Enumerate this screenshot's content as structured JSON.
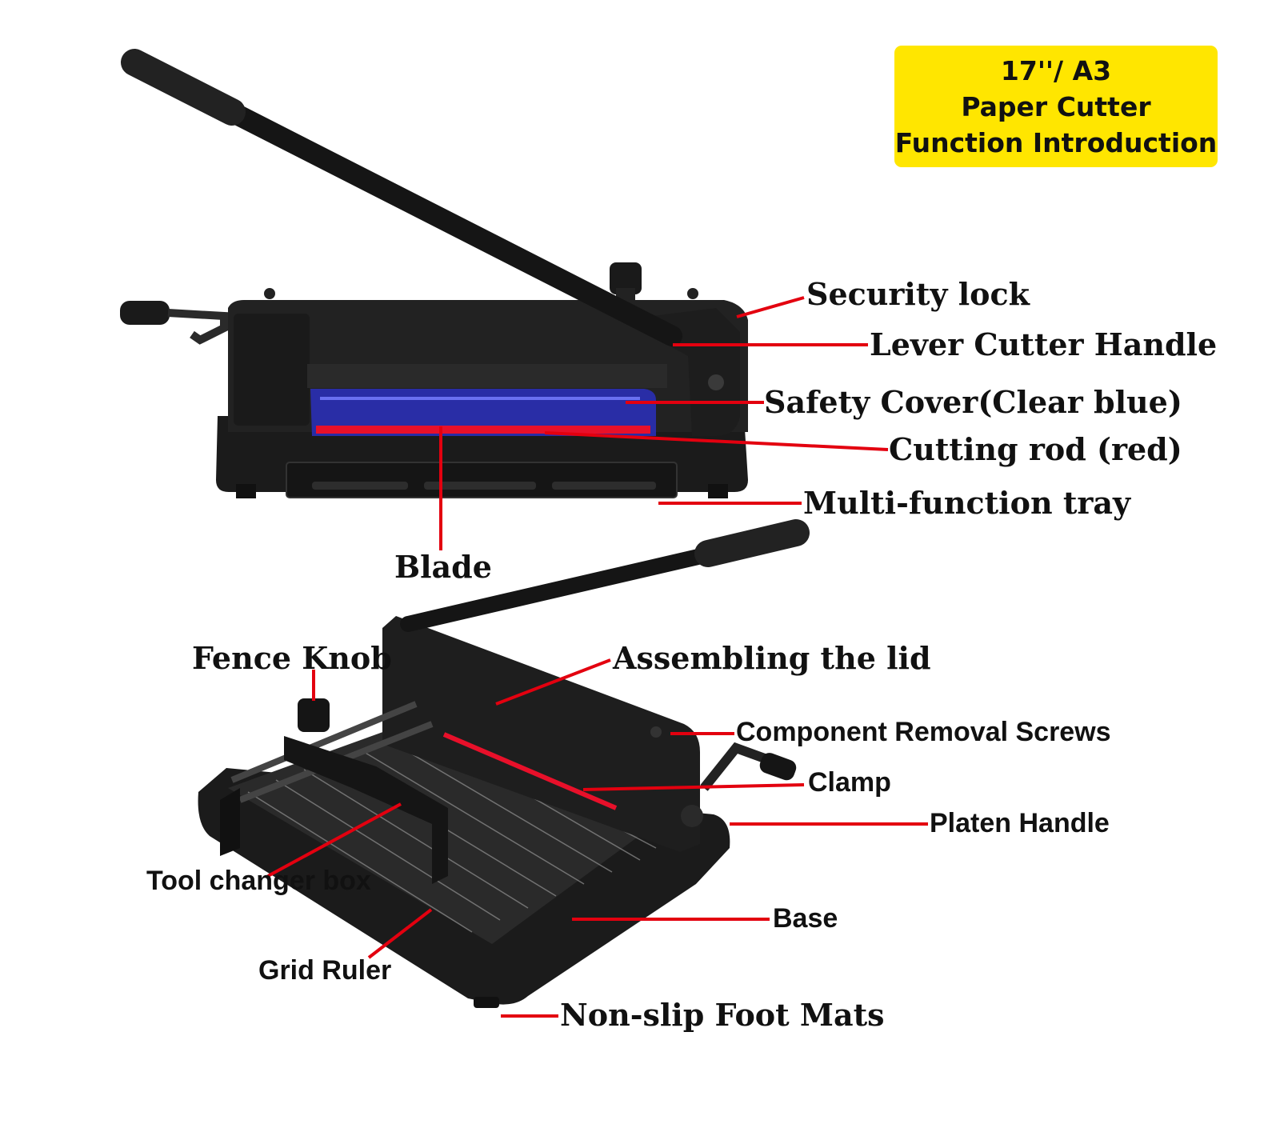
{
  "title": {
    "line1": "17''/ A3",
    "line2": "Paper Cutter",
    "line3": "Function Introduction",
    "background": "#ffe600"
  },
  "colors": {
    "leader_line": "#e3000f",
    "cutter_body": "#1a1a1a",
    "safety_cover": "#2a2fb8",
    "cutting_rod": "#e8102a"
  },
  "labels": {
    "security_lock": "Security lock",
    "lever_cutter_handle": "Lever Cutter Handle",
    "safety_cover": "Safety Cover(Clear blue)",
    "cutting_rod": "Cutting rod (red)",
    "multi_function_tray": "Multi-function tray",
    "blade": "Blade",
    "fence_knob": "Fence Knob",
    "assembling_the_lid": "Assembling the lid",
    "component_removal_screws": "Component Removal Screws",
    "clamp": "Clamp",
    "platen_handle": "Platen Handle",
    "tool_changer_box": "Tool changer box",
    "base": "Base",
    "grid_ruler": "Grid Ruler",
    "non_slip_foot_mats": "Non-slip Foot Mats"
  }
}
